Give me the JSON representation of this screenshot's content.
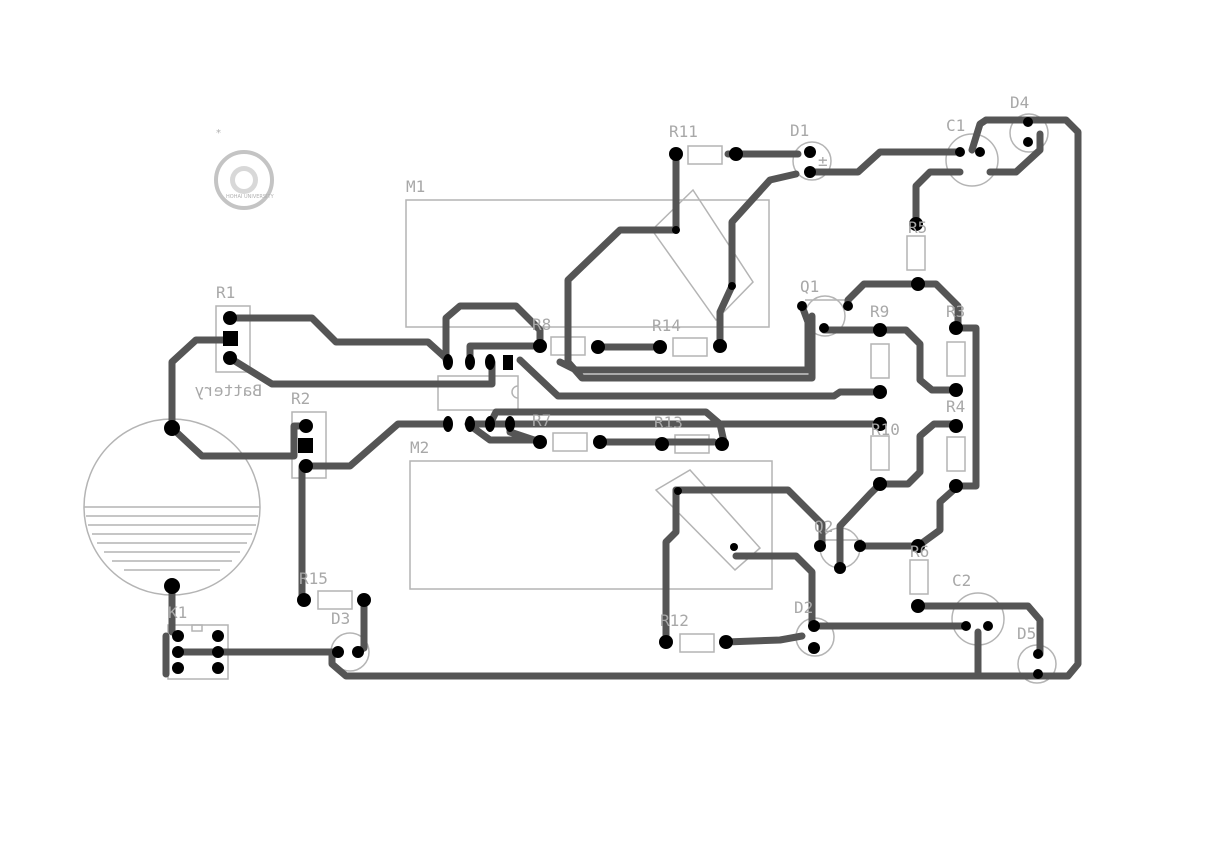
{
  "board": {
    "colors": {
      "trace": "#555555",
      "pad": "#000000",
      "silkscreen": "#a8a8a8",
      "background": "#ffffff"
    },
    "logo": {
      "text": "HOHAI UNIVERSITY",
      "icon": "university-seal-icon"
    },
    "labels": {
      "m1": "M1",
      "m2": "M2",
      "r1": "R1",
      "r2": "R2",
      "r3": "R3",
      "r4": "R4",
      "r5": "R5",
      "r6": "R6",
      "r7": "R7",
      "r8": "R8",
      "r9": "R9",
      "r10": "R10",
      "r11": "R11",
      "r12": "R12",
      "r13": "R13",
      "r14": "R14",
      "r15": "R15",
      "d1": "D1",
      "d2": "D2",
      "d3": "D3",
      "d4": "D4",
      "d5": "D5",
      "c1": "C1",
      "c2": "C2",
      "q1": "Q1",
      "q2": "Q2",
      "k1": "K1",
      "battery": "Battery"
    }
  }
}
